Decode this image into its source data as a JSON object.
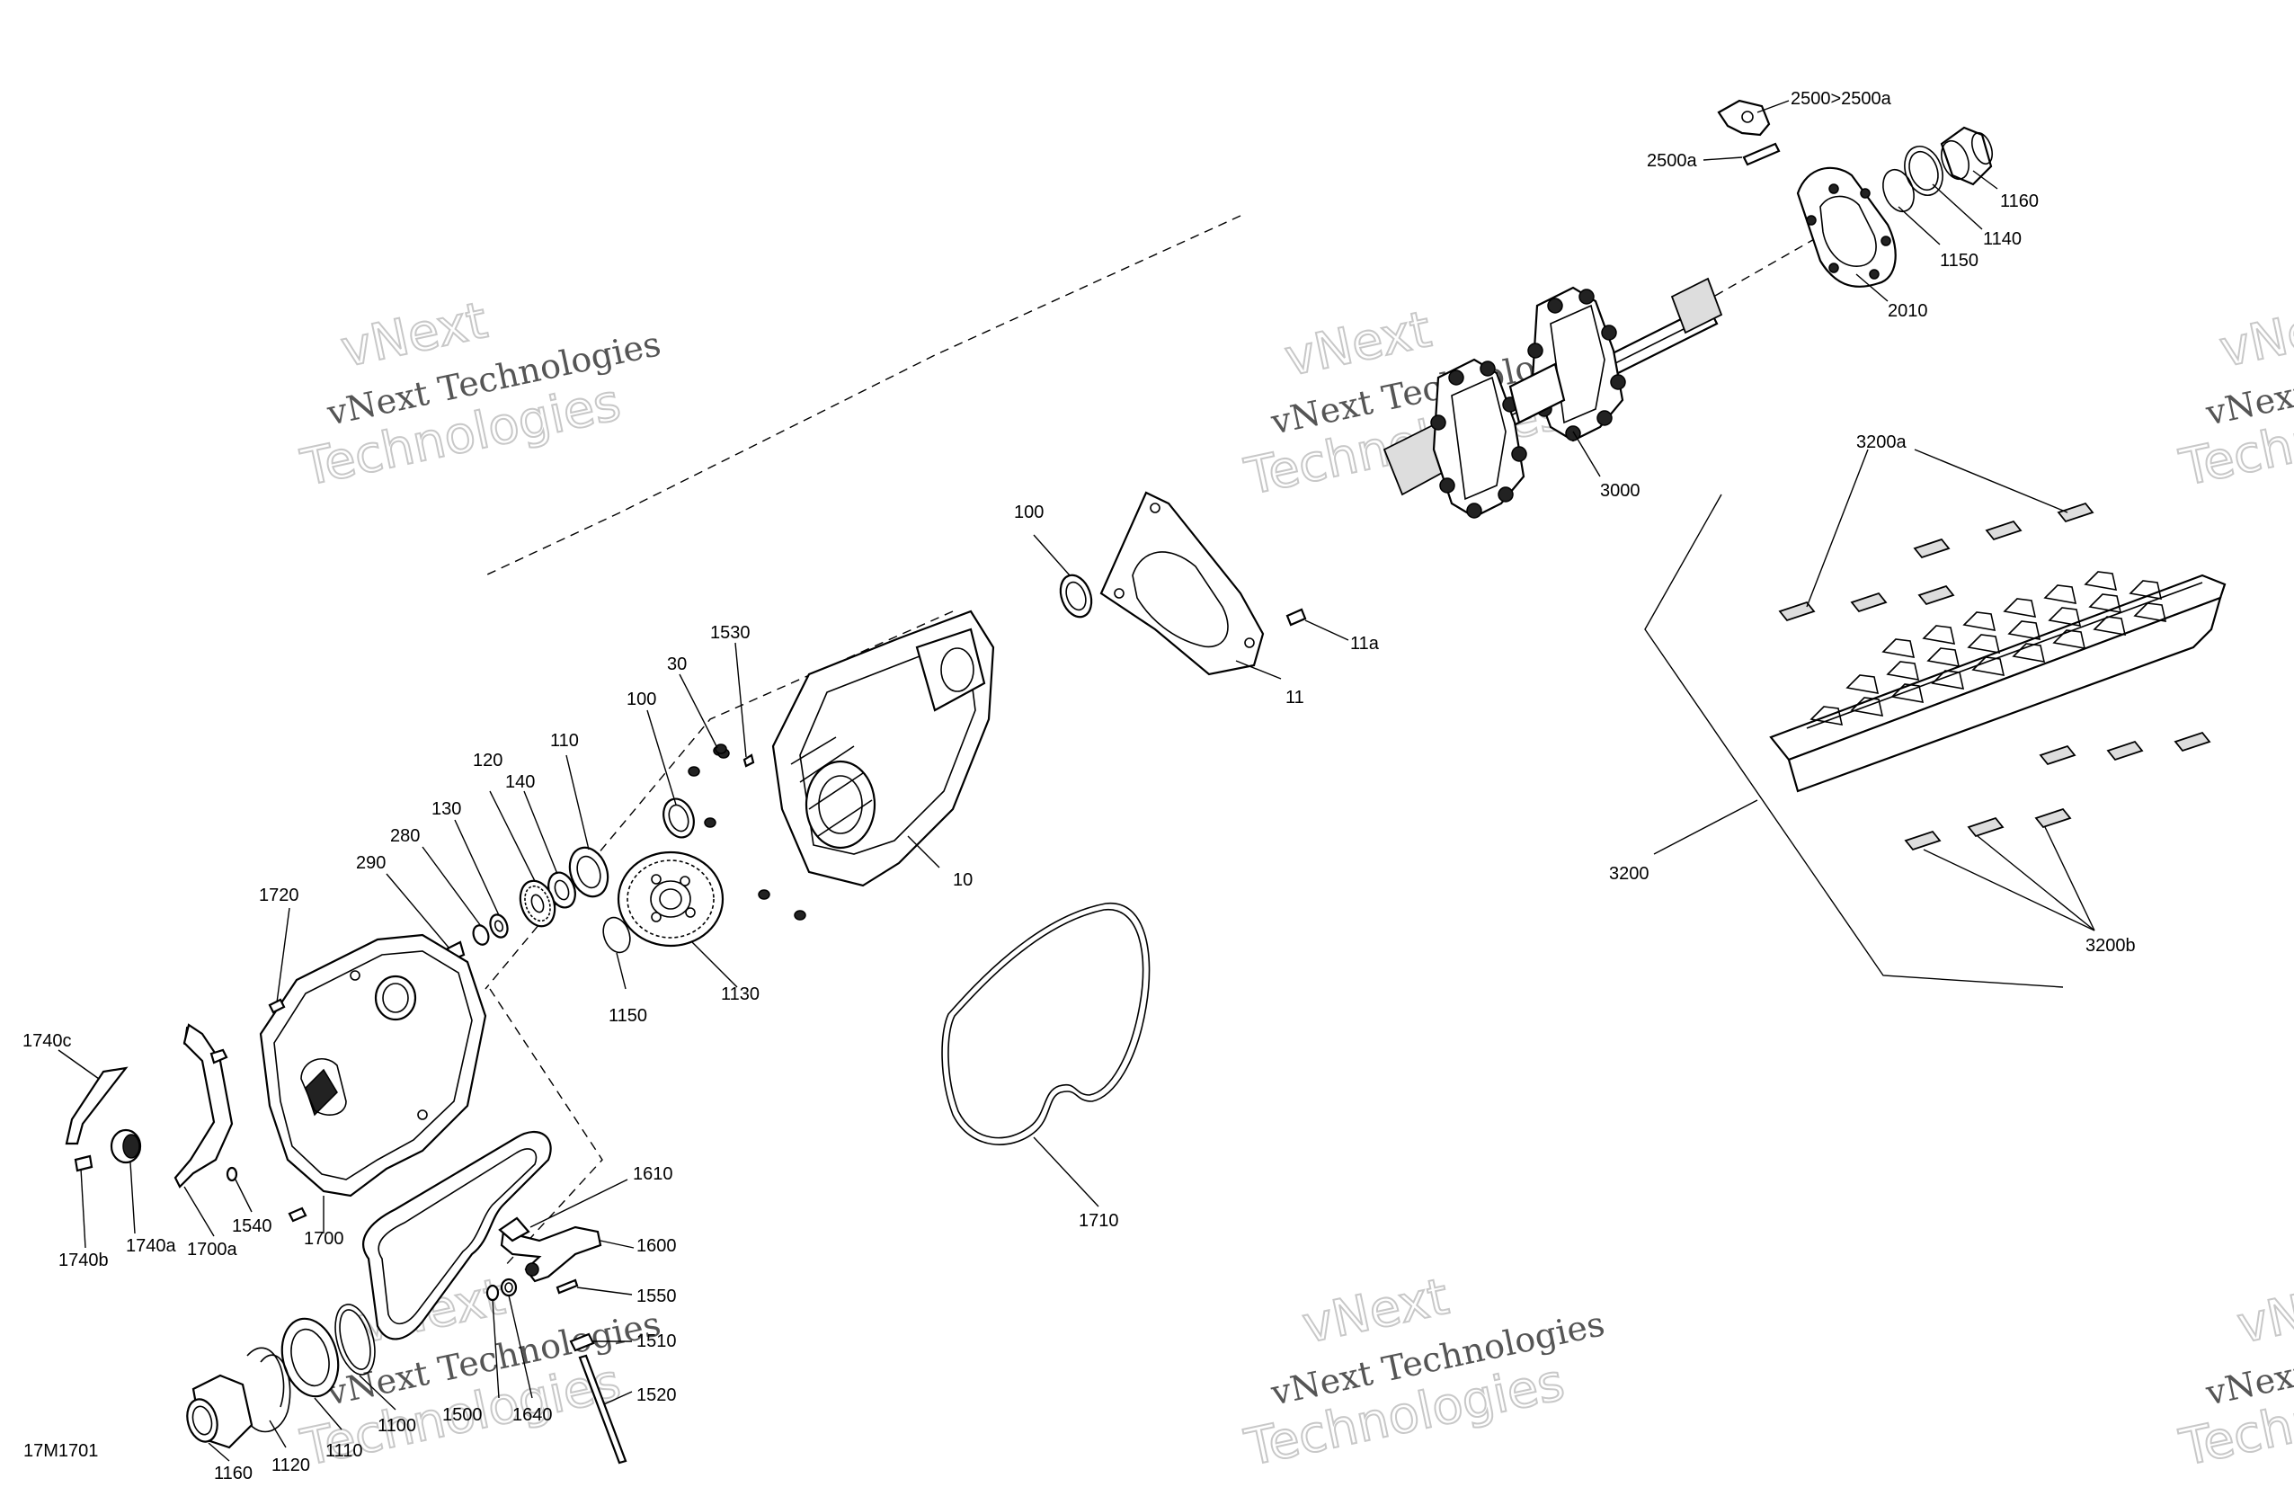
{
  "watermark": {
    "line1": "vNext",
    "line2": "vNext Technologies",
    "line3": "Technologies"
  },
  "drawing_number": "17M1701",
  "callouts": [
    {
      "id": "2500>2500a",
      "text": "2500>2500a"
    },
    {
      "id": "2500a",
      "text": "2500a"
    },
    {
      "id": "1160-top",
      "text": "1160"
    },
    {
      "id": "1140",
      "text": "1140"
    },
    {
      "id": "1150-top",
      "text": "1150"
    },
    {
      "id": "2010",
      "text": "2010"
    },
    {
      "id": "3000",
      "text": "3000"
    },
    {
      "id": "3200a",
      "text": "3200a"
    },
    {
      "id": "100-top",
      "text": "100"
    },
    {
      "id": "11a",
      "text": "11a"
    },
    {
      "id": "11",
      "text": "11"
    },
    {
      "id": "1530",
      "text": "1530"
    },
    {
      "id": "30",
      "text": "30"
    },
    {
      "id": "100-mid",
      "text": "100"
    },
    {
      "id": "110",
      "text": "110"
    },
    {
      "id": "140",
      "text": "140"
    },
    {
      "id": "120",
      "text": "120"
    },
    {
      "id": "130",
      "text": "130"
    },
    {
      "id": "280",
      "text": "280"
    },
    {
      "id": "290",
      "text": "290"
    },
    {
      "id": "10",
      "text": "10"
    },
    {
      "id": "1720",
      "text": "1720"
    },
    {
      "id": "1150-mid",
      "text": "1150"
    },
    {
      "id": "1130",
      "text": "1130"
    },
    {
      "id": "3200",
      "text": "3200"
    },
    {
      "id": "3200b",
      "text": "3200b"
    },
    {
      "id": "1740c",
      "text": "1740c"
    },
    {
      "id": "1740b",
      "text": "1740b"
    },
    {
      "id": "1740a",
      "text": "1740a"
    },
    {
      "id": "1700a",
      "text": "1700a"
    },
    {
      "id": "1540",
      "text": "1540"
    },
    {
      "id": "1700",
      "text": "1700"
    },
    {
      "id": "1710",
      "text": "1710"
    },
    {
      "id": "1610",
      "text": "1610"
    },
    {
      "id": "1600",
      "text": "1600"
    },
    {
      "id": "1550",
      "text": "1550"
    },
    {
      "id": "1510",
      "text": "1510"
    },
    {
      "id": "1520",
      "text": "1520"
    },
    {
      "id": "1500",
      "text": "1500"
    },
    {
      "id": "1640",
      "text": "1640"
    },
    {
      "id": "1100",
      "text": "1100"
    },
    {
      "id": "1110",
      "text": "1110"
    },
    {
      "id": "1120",
      "text": "1120"
    },
    {
      "id": "1160-bot",
      "text": "1160"
    }
  ]
}
